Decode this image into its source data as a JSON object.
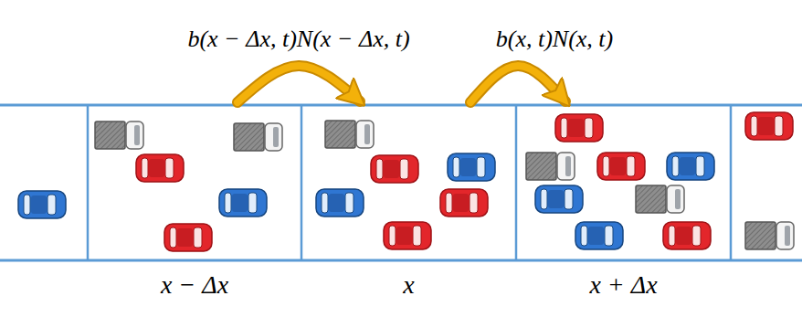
{
  "diagram": {
    "nodes": [
      {
        "text": [
          "x − Δx"
        ]
      },
      {
        "text": [
          "x"
        ]
      },
      {
        "text": [
          "x + Δx"
        ]
      }
    ],
    "edges": [
      {
        "from": 0,
        "to": 1,
        "arrow": "to",
        "label": "b(x − Δx, t)N(x − Δx, t)"
      },
      {
        "from": 1,
        "to": 2,
        "arrow": "to",
        "label": "b(x, t)N(x, t)"
      }
    ]
  }
}
